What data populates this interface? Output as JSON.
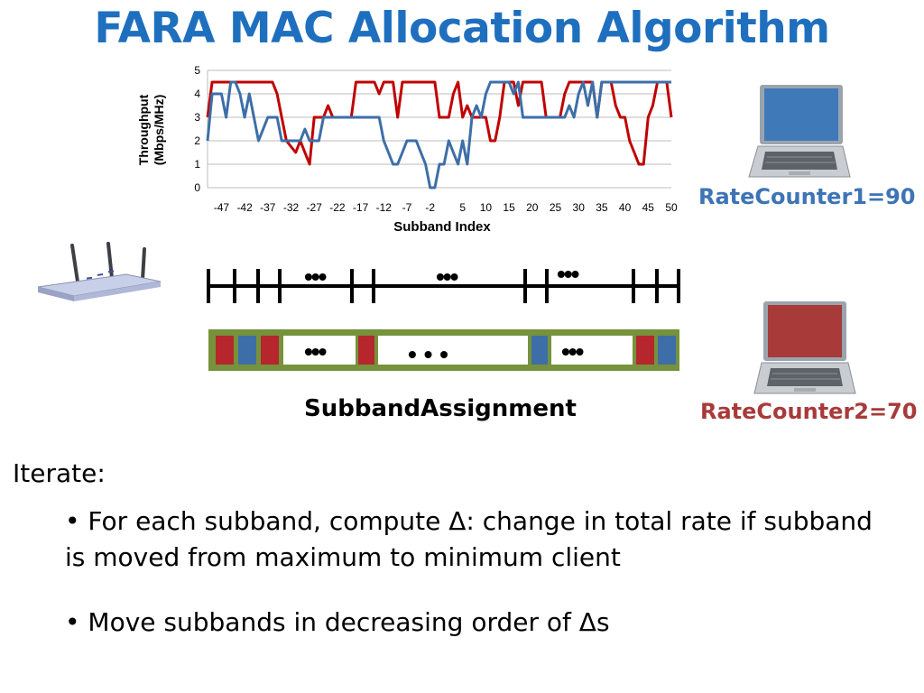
{
  "slide": {
    "title": "FARA MAC Allocation Algorithm",
    "rate_counter_1": "RateCounter1=90",
    "rate_counter_2": "RateCounter2=70",
    "subband_assignment_label": "SubbandAssignment",
    "iterate_label": "Iterate:",
    "bullets": [
      "• For each subband, compute Δ: change in total rate if subband is moved from maximum to minimum client",
      "• Move subbands in decreasing order of Δs"
    ],
    "ellipsis_dots": "•••",
    "spaced_dots": "•  •  •"
  },
  "icons": {
    "router": "router-icon",
    "laptop_blue": "laptop-blue-icon",
    "laptop_red": "laptop-red-icon"
  },
  "colors": {
    "title": "#1f6fbf",
    "blue_client": "#3d6ea8",
    "red_client": "#b5272d",
    "assignment_border": "#76923c"
  },
  "chart_data": {
    "type": "line",
    "xlabel": "Subband Index",
    "ylabel": "Throughput (Mbps/MHz)",
    "ylim": [
      0,
      5
    ],
    "xlim": [
      -50,
      50
    ],
    "yticks": [
      0,
      1,
      2,
      3,
      4,
      5
    ],
    "xticks": [
      -47,
      -42,
      -37,
      -32,
      -27,
      -22,
      -17,
      -12,
      -7,
      -2,
      5,
      10,
      15,
      20,
      25,
      30,
      35,
      40,
      45,
      50
    ],
    "grid": "horizontal",
    "series": [
      {
        "color": "#c00000",
        "points": [
          [
            -50,
            3
          ],
          [
            -49,
            4.5
          ],
          [
            -36,
            4.5
          ],
          [
            -35,
            4
          ],
          [
            -34,
            3
          ],
          [
            -33,
            2
          ],
          [
            -31,
            1.5
          ],
          [
            -30,
            2
          ],
          [
            -29,
            1.5
          ],
          [
            -28,
            1
          ],
          [
            -27,
            3
          ],
          [
            -25,
            3
          ],
          [
            -24,
            3.5
          ],
          [
            -23,
            3
          ],
          [
            -19,
            3
          ],
          [
            -18,
            4.5
          ],
          [
            -14,
            4.5
          ],
          [
            -13,
            4
          ],
          [
            -12,
            4.5
          ],
          [
            -10,
            4.5
          ],
          [
            -9,
            3
          ],
          [
            -8,
            4.5
          ],
          [
            -1,
            4.5
          ],
          [
            0,
            3
          ],
          [
            2,
            3
          ],
          [
            3,
            4
          ],
          [
            4,
            4.5
          ],
          [
            5,
            3
          ],
          [
            6,
            3.5
          ],
          [
            7,
            3
          ],
          [
            10,
            3
          ],
          [
            11,
            2
          ],
          [
            12,
            2
          ],
          [
            13,
            3
          ],
          [
            14,
            4.5
          ],
          [
            16,
            4.5
          ],
          [
            17,
            3.5
          ],
          [
            18,
            4.5
          ],
          [
            22,
            4.5
          ],
          [
            23,
            3
          ],
          [
            26,
            3
          ],
          [
            27,
            4
          ],
          [
            28,
            4.5
          ],
          [
            33,
            4.5
          ],
          [
            34,
            3
          ],
          [
            35,
            4.5
          ],
          [
            37,
            4.5
          ],
          [
            38,
            3.5
          ],
          [
            39,
            3
          ],
          [
            40,
            3
          ],
          [
            41,
            2
          ],
          [
            42,
            1.5
          ],
          [
            43,
            1
          ],
          [
            44,
            1
          ],
          [
            45,
            3
          ],
          [
            46,
            3.5
          ],
          [
            47,
            4.5
          ],
          [
            49,
            4.5
          ],
          [
            50,
            3
          ]
        ]
      },
      {
        "color": "#3d6ea8",
        "points": [
          [
            -50,
            2
          ],
          [
            -49,
            4
          ],
          [
            -47,
            4
          ],
          [
            -46,
            3
          ],
          [
            -45,
            4.5
          ],
          [
            -44,
            4.5
          ],
          [
            -43,
            4
          ],
          [
            -42,
            3
          ],
          [
            -41,
            4
          ],
          [
            -40,
            3
          ],
          [
            -39,
            2
          ],
          [
            -38,
            2.5
          ],
          [
            -37,
            3
          ],
          [
            -35,
            3
          ],
          [
            -34,
            2
          ],
          [
            -30,
            2
          ],
          [
            -29,
            2.5
          ],
          [
            -28,
            2
          ],
          [
            -26,
            2
          ],
          [
            -25,
            3
          ],
          [
            -13,
            3
          ],
          [
            -12,
            2
          ],
          [
            -11,
            1.5
          ],
          [
            -10,
            1
          ],
          [
            -9,
            1
          ],
          [
            -8,
            1.5
          ],
          [
            -7,
            2
          ],
          [
            -5,
            2
          ],
          [
            -4,
            1.5
          ],
          [
            -3,
            1
          ],
          [
            -2,
            0
          ],
          [
            -1,
            0
          ],
          [
            0,
            1
          ],
          [
            1,
            1
          ],
          [
            2,
            2
          ],
          [
            3,
            1.5
          ],
          [
            4,
            1
          ],
          [
            5,
            2
          ],
          [
            6,
            1
          ],
          [
            7,
            3
          ],
          [
            8,
            3.5
          ],
          [
            9,
            3
          ],
          [
            10,
            4
          ],
          [
            11,
            4.5
          ],
          [
            15,
            4.5
          ],
          [
            16,
            4
          ],
          [
            17,
            4.5
          ],
          [
            18,
            3
          ],
          [
            27,
            3
          ],
          [
            28,
            3.5
          ],
          [
            29,
            3
          ],
          [
            30,
            4
          ],
          [
            31,
            4.5
          ],
          [
            32,
            3.5
          ],
          [
            33,
            4.5
          ],
          [
            34,
            3
          ],
          [
            35,
            4.5
          ],
          [
            50,
            4.5
          ]
        ]
      }
    ]
  }
}
